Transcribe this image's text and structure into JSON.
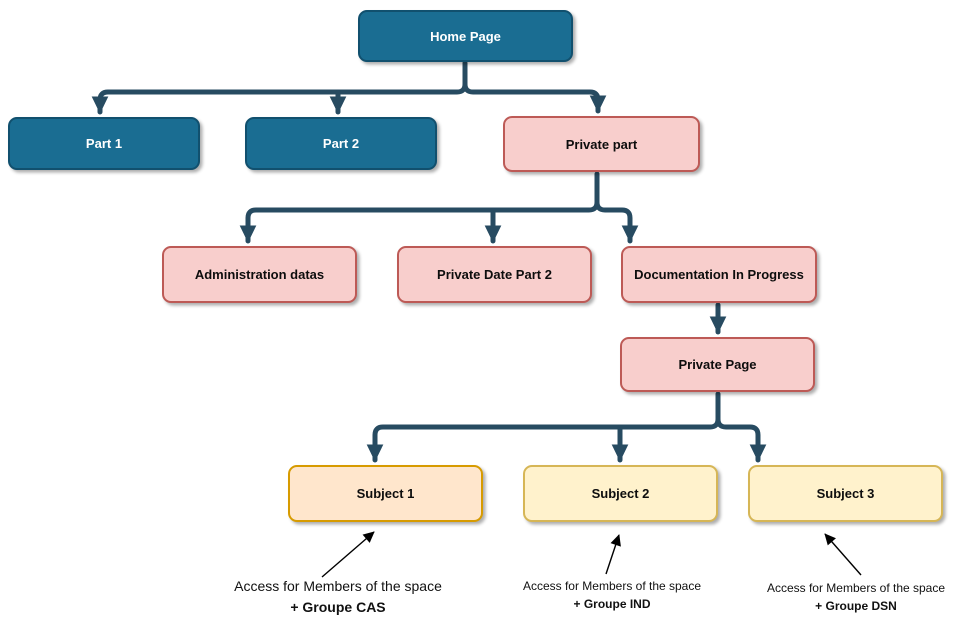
{
  "diagram": {
    "type": "sitemap-flowchart",
    "palette": {
      "teal_fill": "#1a6d92",
      "teal_border": "#11506e",
      "pink_fill": "#f8cecc",
      "pink_border": "#bd5a56",
      "peach_fill": "#ffe6cc",
      "peach_border": "#d79b00",
      "yellow_fill": "#fff2cc",
      "yellow_border": "#d6b656",
      "connector": "#274b61",
      "annotation_arrow": "#000000",
      "background": "#ffffff"
    },
    "nodes": [
      {
        "id": "home-page",
        "label": "Home Page",
        "style": "teal"
      },
      {
        "id": "part-1",
        "label": "Part 1",
        "style": "teal"
      },
      {
        "id": "part-2",
        "label": "Part 2",
        "style": "teal"
      },
      {
        "id": "private-part",
        "label": "Private part",
        "style": "pink"
      },
      {
        "id": "administration-datas",
        "label": "Administration datas",
        "style": "pink"
      },
      {
        "id": "private-date-part-2",
        "label": "Private Date Part 2",
        "style": "pink"
      },
      {
        "id": "documentation-in-progress",
        "label": "Documentation In Progress",
        "style": "pink"
      },
      {
        "id": "private-page",
        "label": "Private Page",
        "style": "pink"
      },
      {
        "id": "subject-1",
        "label": "Subject 1",
        "style": "peach"
      },
      {
        "id": "subject-2",
        "label": "Subject 2",
        "style": "yellow"
      },
      {
        "id": "subject-3",
        "label": "Subject 3",
        "style": "yellow"
      }
    ],
    "edges": [
      {
        "from": "Home Page",
        "to": "Part 1"
      },
      {
        "from": "Home Page",
        "to": "Part 2"
      },
      {
        "from": "Home Page",
        "to": "Private part"
      },
      {
        "from": "Private part",
        "to": "Administration datas"
      },
      {
        "from": "Private part",
        "to": "Private Date Part 2"
      },
      {
        "from": "Private part",
        "to": "Documentation In Progress"
      },
      {
        "from": "Documentation In Progress",
        "to": "Private Page"
      },
      {
        "from": "Private Page",
        "to": "Subject 1"
      },
      {
        "from": "Private Page",
        "to": "Subject 2"
      },
      {
        "from": "Private Page",
        "to": "Subject 3"
      }
    ],
    "annotations": [
      {
        "target": "Subject 1",
        "line1": "Access for Members of the space",
        "line2": "+ Groupe CAS"
      },
      {
        "target": "Subject 2",
        "line1": "Access for Members of the space",
        "line2": "+ Groupe IND"
      },
      {
        "target": "Subject 3",
        "line1": "Access for Members of the space",
        "line2": "+ Groupe DSN"
      }
    ]
  }
}
